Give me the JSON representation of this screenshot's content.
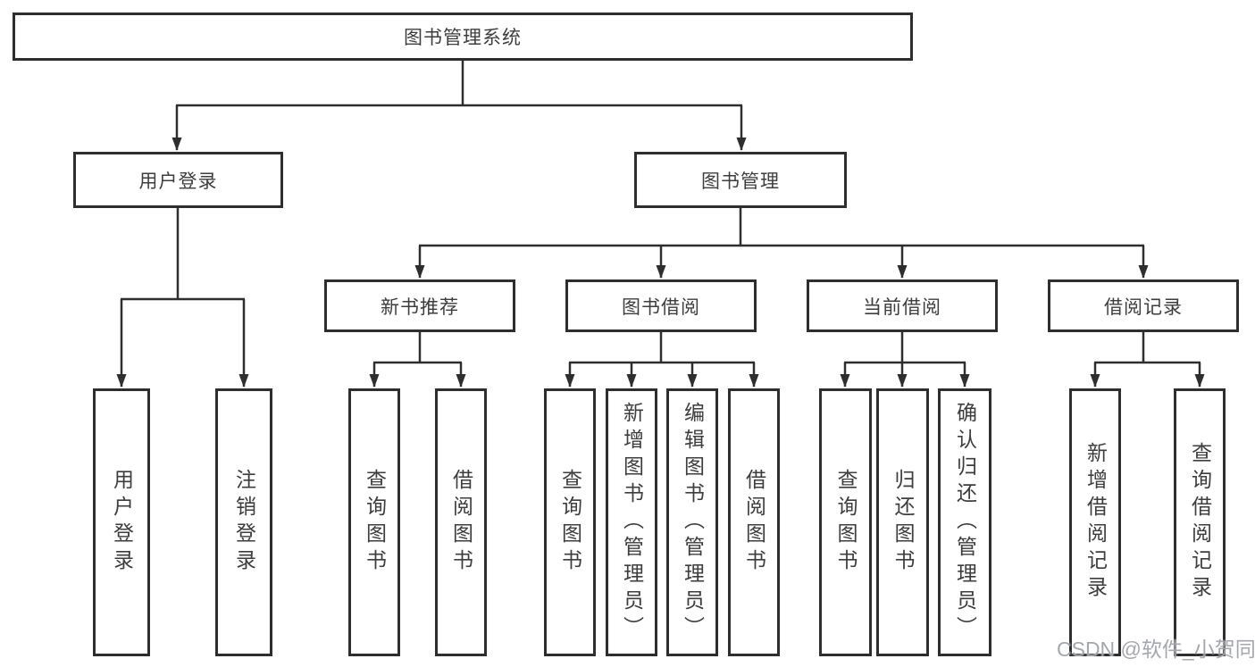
{
  "tree": {
    "label": "图书管理系统",
    "children": [
      {
        "label": "用户登录",
        "children": [
          {
            "label": "用户登录"
          },
          {
            "label": "注销登录"
          }
        ]
      },
      {
        "label": "图书管理",
        "children": [
          {
            "label": "新书推荐",
            "children": [
              {
                "label": "查询图书"
              },
              {
                "label": "借阅图书"
              }
            ]
          },
          {
            "label": "图书借阅",
            "children": [
              {
                "label": "查询图书"
              },
              {
                "label": "新增图书（管理员）"
              },
              {
                "label": "编辑图书（管理员）"
              },
              {
                "label": "借阅图书"
              }
            ]
          },
          {
            "label": "当前借阅",
            "children": [
              {
                "label": "查询图书"
              },
              {
                "label": "归还图书"
              },
              {
                "label": "确认归还（管理员）"
              }
            ]
          },
          {
            "label": "借阅记录",
            "children": [
              {
                "label": "新增借阅记录"
              },
              {
                "label": "查询借阅记录"
              }
            ]
          }
        ]
      }
    ]
  },
  "watermark": {
    "text": "CSDN @软件_小贺同学"
  },
  "colors": {
    "line": "#2e2e2e",
    "box_border": "#2e2e2e",
    "text": "#3d3d3d",
    "background": "#ffffff",
    "watermark": "#9ca0a6"
  }
}
